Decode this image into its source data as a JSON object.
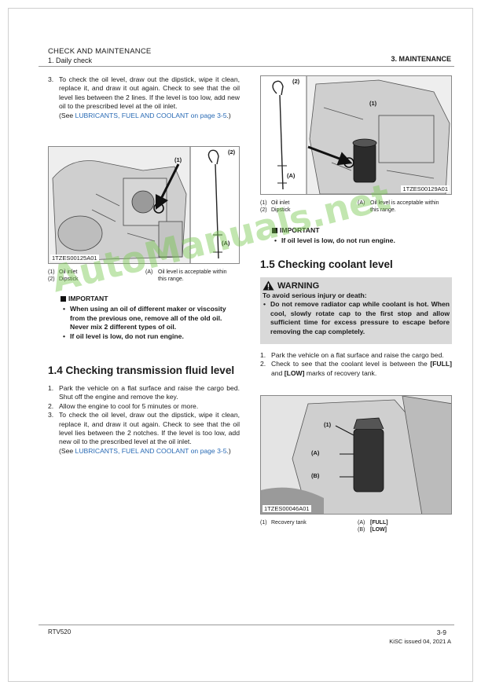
{
  "header": {
    "section": "CHECK AND MAINTENANCE",
    "subsection": "1. Daily check",
    "chapter": "3. MAINTENANCE"
  },
  "left": {
    "step3_num": "3.",
    "step3_text": "To check the oil level, draw out the dipstick, wipe it clean, replace it, and draw it out again. Check to see that the oil level lies between the 2 lines. If the level is too low, add new oil to the prescribed level at the oil inlet.",
    "step3_see_open": "(See ",
    "step3_link": "LUBRICANTS, FUEL AND COOLANT on page 3-5",
    "step3_see_close": ".)",
    "fig1": {
      "code": "1TZES00125A01",
      "callout_1": "(1)",
      "callout_2": "(2)",
      "callout_a": "(A)",
      "legend": [
        {
          "num": "(1)",
          "label": "Oil inlet",
          "key": "(A)",
          "desc": "Oil level is acceptable within this range."
        },
        {
          "num": "(2)",
          "label": "Dipstick",
          "key": "",
          "desc": ""
        }
      ]
    },
    "important_title": "IMPORTANT",
    "important_bullets": [
      "When using an oil of different maker or viscosity from the previous one, remove all of the old oil.",
      "Never mix 2 different types of oil.",
      "If oil level is low, do not run engine."
    ],
    "section_title": "1.4 Checking transmission fluid level",
    "steps": [
      {
        "num": "1.",
        "text": "Park the vehicle on a flat surface and raise the cargo bed. Shut off the engine and remove the key."
      },
      {
        "num": "2.",
        "text": "Allow the engine to cool for 5 minutes or more."
      },
      {
        "num": "3.",
        "text": "To check the oil level, draw out the dipstick, wipe it clean, replace it, and draw it out again. Check to see that the oil level lies between the 2 notches. If the level is too low, add new oil to the prescribed level at the oil inlet."
      }
    ],
    "steps_see_open": "(See ",
    "steps_link": "LUBRICANTS, FUEL AND COOLANT on page 3-5",
    "steps_see_close": ".)"
  },
  "right": {
    "fig2": {
      "code": "1TZES00129A01",
      "callout_1": "(1)",
      "callout_2": "(2)",
      "callout_a": "(A)",
      "legend": [
        {
          "num": "(1)",
          "label": "Oil inlet",
          "key": "(A)",
          "desc": "Oil level is acceptable within this range."
        },
        {
          "num": "(2)",
          "label": "Dipstick",
          "key": "",
          "desc": ""
        }
      ]
    },
    "important_title": "IMPORTANT",
    "important_bullets": [
      "If oil level is low, do not run engine."
    ],
    "section_title": "1.5 Checking coolant level",
    "warning": {
      "title": "WARNING",
      "intro": "To avoid serious injury or death:",
      "bullets": [
        "Do not remove radiator cap while coolant is hot. When cool, slowly rotate cap to the first stop and allow sufficient time for excess pressure to escape before removing the cap completely."
      ]
    },
    "steps": [
      {
        "num": "1.",
        "text": "Park the vehicle on a flat surface and raise the cargo bed."
      },
      {
        "num": "2.",
        "text_pre": "Check to see that the coolant level is between the ",
        "full": "[FULL]",
        "text_mid": " and ",
        "low": "[LOW]",
        "text_post": " marks of recovery tank."
      }
    ],
    "fig3": {
      "code": "1TZES00046A01",
      "callout_1": "(1)",
      "callout_a": "(A)",
      "callout_b": "(B)",
      "legend": [
        {
          "num": "(1)",
          "label": "Recovery tank",
          "key": "(A)",
          "desc": "[FULL]"
        },
        {
          "num": "",
          "label": "",
          "key": "(B)",
          "desc": "[LOW]"
        }
      ]
    }
  },
  "footer": {
    "model": "RTV520",
    "page": "3-9",
    "issue": "KiSC issued 04, 2021 A"
  },
  "watermark": "AutoManuals.net",
  "colors": {
    "link": "#2a6bb5",
    "warning_bg": "#d9d9d9",
    "watermark": "#78c850"
  }
}
